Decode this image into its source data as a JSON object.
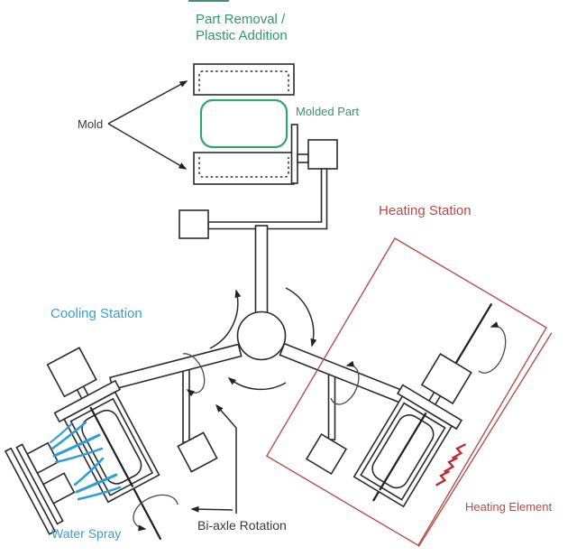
{
  "titles": {
    "part_removal_line1": "Part Removal /",
    "part_removal_line2": "Plastic Addition",
    "heating": "Heating Station",
    "cooling": "Cooling Station"
  },
  "labels": {
    "mold": "Mold",
    "molded_part": "Molded Part",
    "water_spray": "Water Spray",
    "bi_axle_rotation": "Bi-axle Rotation",
    "heating_element": "Heating Element"
  },
  "colors": {
    "station_green": "#339966",
    "station_red": "#bb4a45",
    "station_blue": "#3a9ed2",
    "heat_bolt_red": "#c1272d",
    "water_spray_blue": "#2b9ed6",
    "line_black": "#2b2b2b"
  },
  "icons": {
    "heat": "zigzag-bolt-icon",
    "water": "spray-stream-icon",
    "rotation": "curved-arrow-icon"
  }
}
